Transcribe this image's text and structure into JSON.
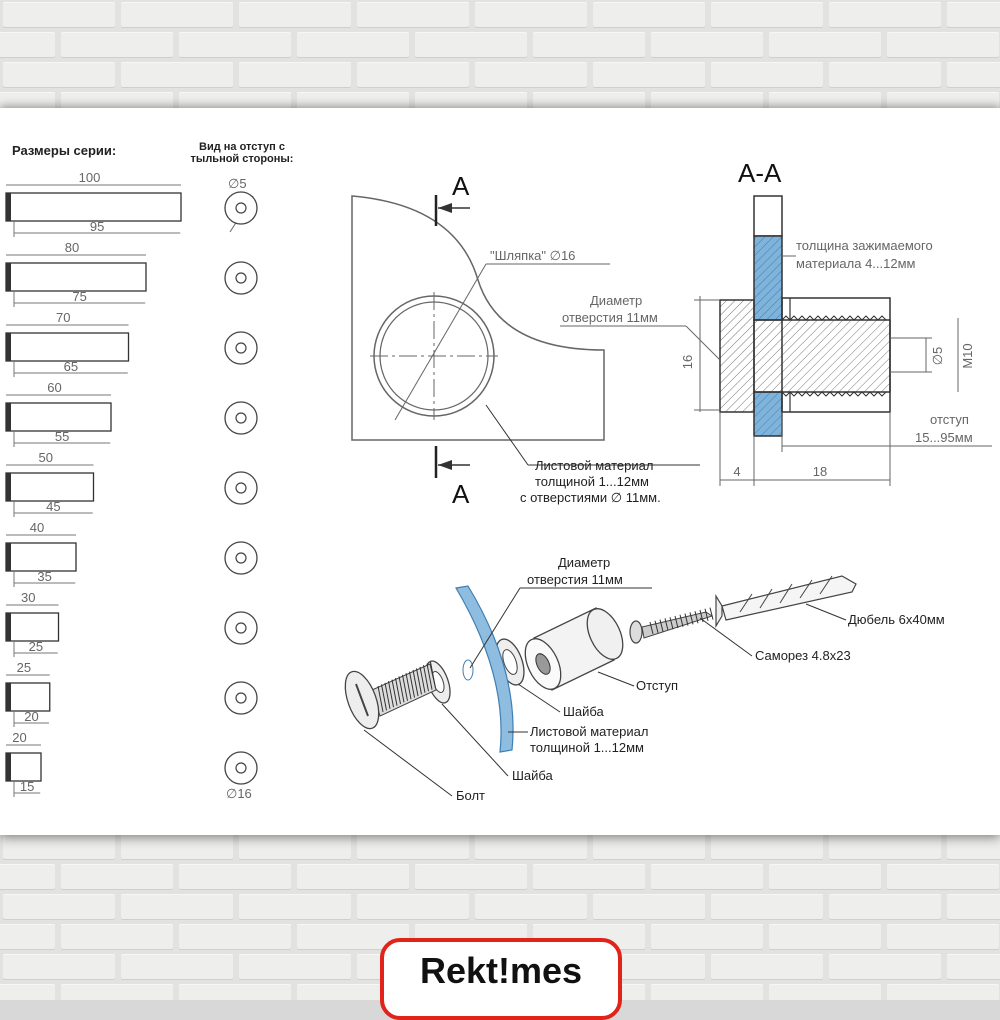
{
  "series_title": "Размеры серии:",
  "back_view_title_1": "Вид на отступ с",
  "back_view_title_2": "тыльной стороны:",
  "phi5_top": "∅5",
  "phi16_bottom": "∅16",
  "sizes": [
    {
      "total": "100",
      "body": "95"
    },
    {
      "total": "80",
      "body": "75"
    },
    {
      "total": "70",
      "body": "65"
    },
    {
      "total": "60",
      "body": "55"
    },
    {
      "total": "50",
      "body": "45"
    },
    {
      "total": "40",
      "body": "35"
    },
    {
      "total": "30",
      "body": "25"
    },
    {
      "total": "25",
      "body": "20"
    },
    {
      "total": "20",
      "body": "15"
    }
  ],
  "front_view": {
    "cut_mark": "A",
    "hat_label": "\"Шляпка\" ∅16",
    "sheet_label_1": "Листовой материал",
    "sheet_label_2": "толщиной 1...12мм",
    "sheet_label_3": "с отверстиями  ∅ 11мм."
  },
  "section": {
    "title": "А-А",
    "clamp_1": "толщина зажимаемого",
    "clamp_2": "материала  4...12мм",
    "hole_1": "Диаметр",
    "hole_2": "отверстия 11мм",
    "dim_16": "16",
    "dim_phi5": "∅5",
    "dim_m10": "M10",
    "offset_1": "отступ",
    "offset_2": "15...95мм",
    "dim_4": "4",
    "dim_18": "18"
  },
  "exploded": {
    "hole_1": "Диаметр",
    "hole_2": "отверстия 11мм",
    "dowel": "Дюбель 6х40мм",
    "screw": "Саморез 4.8х23",
    "standoff": "Отступ",
    "washer_right": "Шайба",
    "sheet_1": "Листовой материал",
    "sheet_2": "толщиной 1...12мм",
    "washer_left": "Шайба",
    "bolt": "Болт"
  },
  "brand": "Rekt!mes",
  "colors": {
    "glass": "#7fb3d9",
    "glass_dark": "#4a8fc4",
    "brand_red": "#e2231a",
    "line": "#555555"
  }
}
